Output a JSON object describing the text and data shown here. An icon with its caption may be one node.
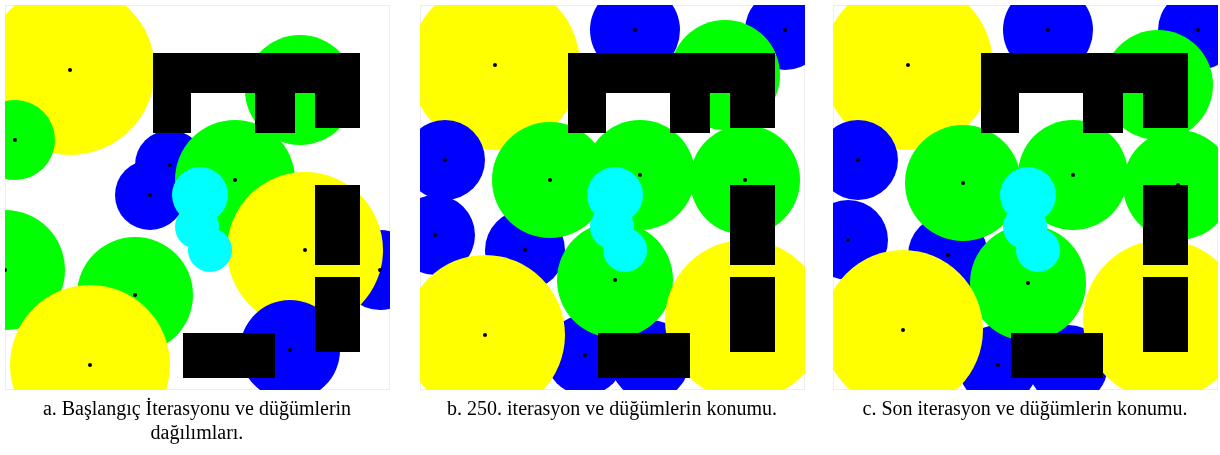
{
  "diagram": {
    "labels": [
      "a. Başlangıç İterasyonu ve düğümlerin dağılımları.",
      "b. 250. iterasyon ve düğümlerin konumu.",
      "c. Son iterasyon ve düğümlerin konumu."
    ]
  }
}
